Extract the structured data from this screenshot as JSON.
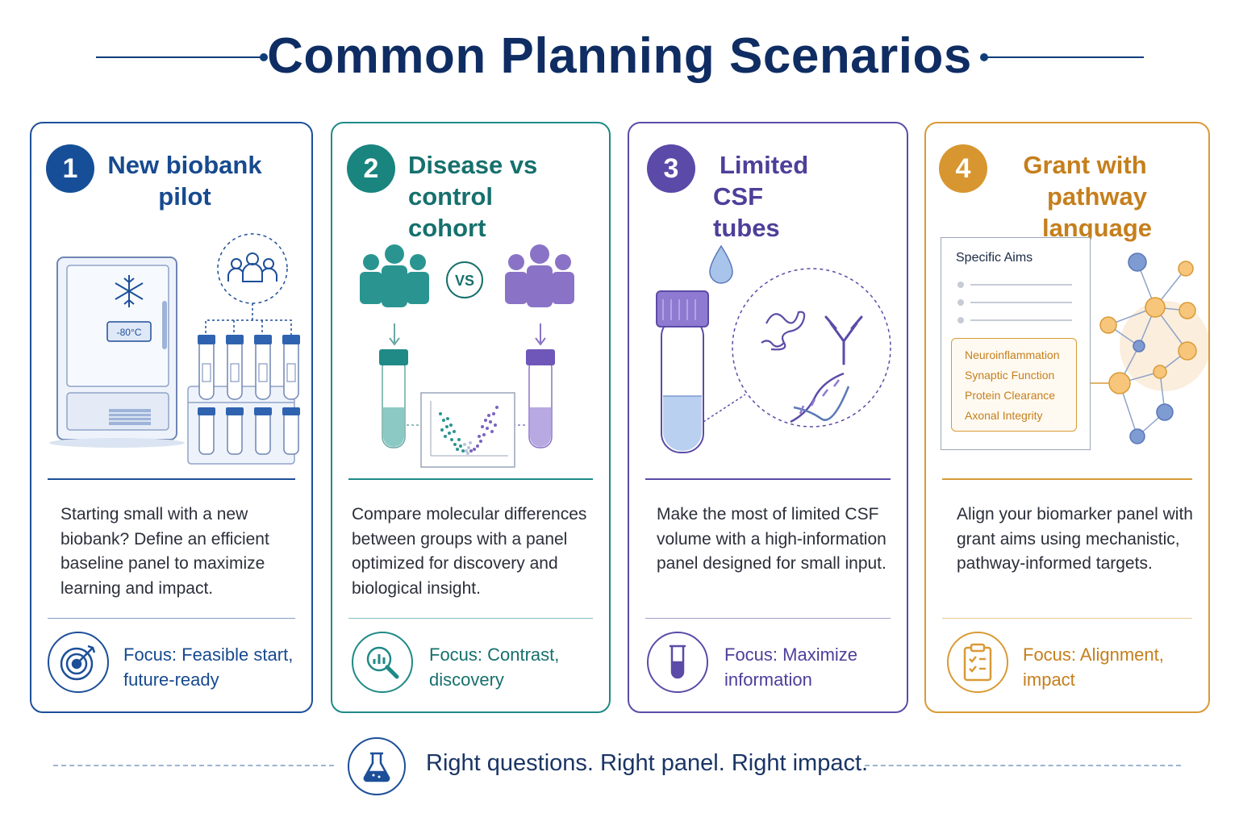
{
  "title": "Common Planning Scenarios",
  "cards": [
    {
      "number": "1",
      "title_line1": "New biobank",
      "title_line2": "pilot",
      "freezer_temp": "-80°C",
      "description": "Starting small with a new biobank? Define an efficient baseline panel to maximize learning and impact.",
      "focus_line1": "Focus: Feasible start,",
      "focus_line2": "future-ready",
      "focus_icon": "target-icon",
      "color": "#1d4f99"
    },
    {
      "number": "2",
      "title_line1": "Disease vs",
      "title_line2": "control cohort",
      "vs_label": "VS",
      "description": "Compare molecular differences between groups with a panel optimized for discovery and biological insight.",
      "focus_line1": "Focus: Contrast,",
      "focus_line2": "discovery",
      "focus_icon": "magnifier-chart-icon",
      "color": "#1f8a86"
    },
    {
      "number": "3",
      "title_line1": "Limited",
      "title_line2": "CSF tubes",
      "description": "Make the most of limited CSF volume with a high-information panel designed for small input.",
      "focus_line1": "Focus: Maximize",
      "focus_line2": "information",
      "focus_icon": "test-tube-icon",
      "color": "#5c4ba8"
    },
    {
      "number": "4",
      "title_line1": "Grant with",
      "title_line2": "pathway language",
      "doc_heading": "Specific Aims",
      "pathways": [
        "Neuroinflammation",
        "Synaptic Function",
        "Protein Clearance",
        "Axonal Integrity"
      ],
      "description": "Align your biomarker panel with grant aims using mechanistic, pathway-informed targets.",
      "focus_line1": "Focus: Alignment,",
      "focus_line2": "impact",
      "focus_icon": "clipboard-check-icon",
      "color": "#d99a36"
    }
  ],
  "footer": {
    "text": "Right questions. Right panel. Right impact.",
    "icon": "flask-icon"
  }
}
